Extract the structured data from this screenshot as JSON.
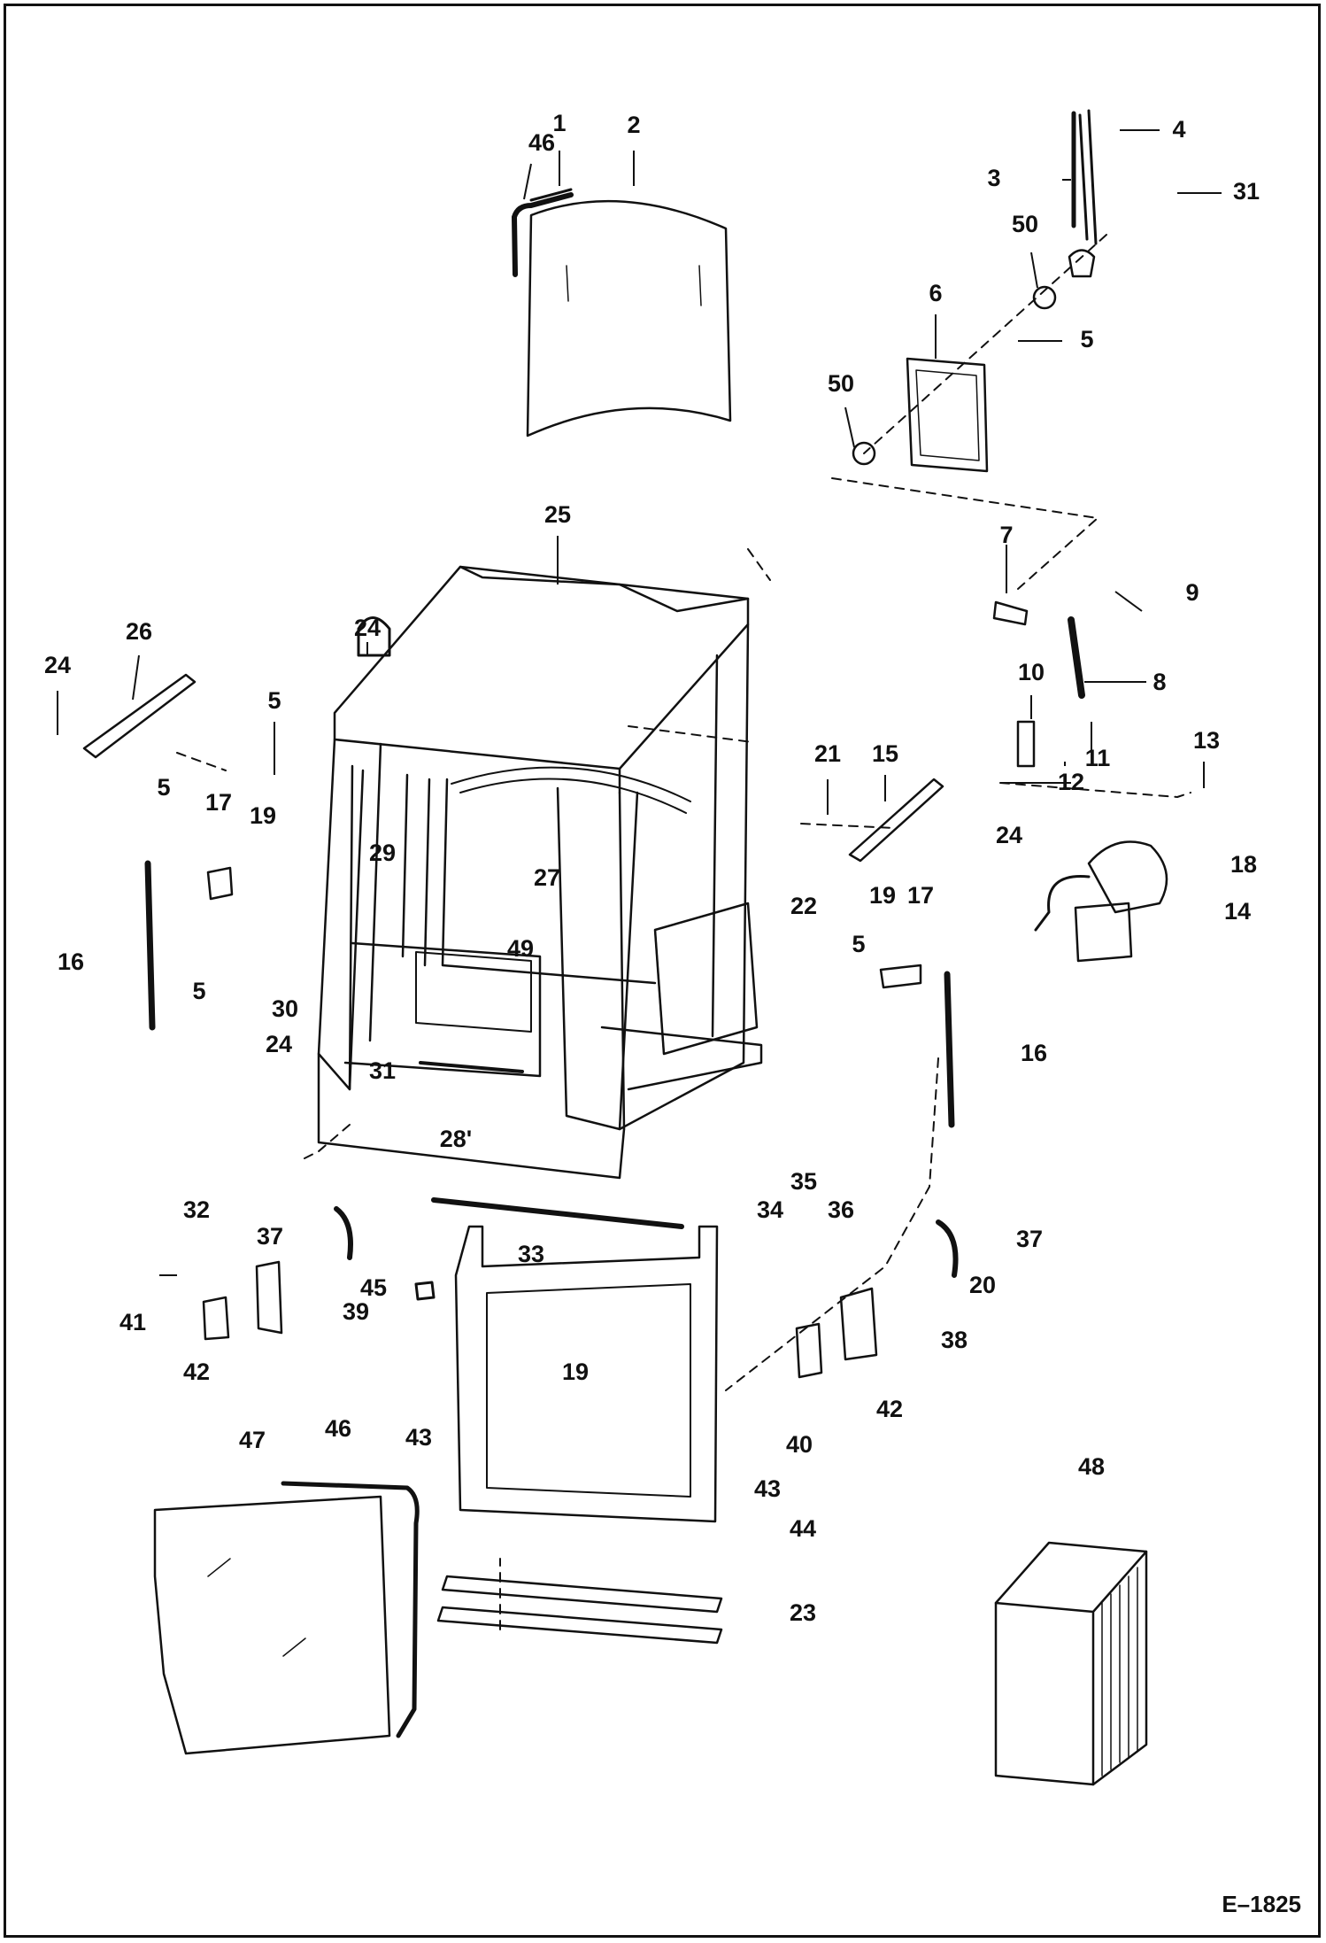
{
  "figure_id": "E–1825",
  "callouts": [
    {
      "id": "c46a",
      "text": "46"
    },
    {
      "id": "c1",
      "text": "1"
    },
    {
      "id": "c2",
      "text": "2"
    },
    {
      "id": "c4",
      "text": "4"
    },
    {
      "id": "c3",
      "text": "3"
    },
    {
      "id": "c31a",
      "text": "31"
    },
    {
      "id": "c50a",
      "text": "50"
    },
    {
      "id": "c6",
      "text": "6"
    },
    {
      "id": "c5a",
      "text": "5"
    },
    {
      "id": "c50b",
      "text": "50"
    },
    {
      "id": "c25",
      "text": "25"
    },
    {
      "id": "c7",
      "text": "7"
    },
    {
      "id": "c9",
      "text": "9"
    },
    {
      "id": "c24a",
      "text": "24"
    },
    {
      "id": "c26",
      "text": "26"
    },
    {
      "id": "c24b",
      "text": "24"
    },
    {
      "id": "c10",
      "text": "10"
    },
    {
      "id": "c8",
      "text": "8"
    },
    {
      "id": "c5b",
      "text": "5"
    },
    {
      "id": "c21",
      "text": "21"
    },
    {
      "id": "c15",
      "text": "15"
    },
    {
      "id": "c13",
      "text": "13"
    },
    {
      "id": "c11",
      "text": "11"
    },
    {
      "id": "c12",
      "text": "12"
    },
    {
      "id": "c5c",
      "text": "5"
    },
    {
      "id": "c17a",
      "text": "17"
    },
    {
      "id": "c19a",
      "text": "19"
    },
    {
      "id": "c29",
      "text": "29"
    },
    {
      "id": "c24c",
      "text": "24"
    },
    {
      "id": "c18",
      "text": "18"
    },
    {
      "id": "c22",
      "text": "22"
    },
    {
      "id": "c14",
      "text": "14"
    },
    {
      "id": "c27",
      "text": "27"
    },
    {
      "id": "c19b",
      "text": "19"
    },
    {
      "id": "c17b",
      "text": "17"
    },
    {
      "id": "c16a",
      "text": "16"
    },
    {
      "id": "c49",
      "text": "49"
    },
    {
      "id": "c5d",
      "text": "5"
    },
    {
      "id": "c5e",
      "text": "5"
    },
    {
      "id": "c30",
      "text": "30"
    },
    {
      "id": "c24d",
      "text": "24"
    },
    {
      "id": "c31b",
      "text": "31"
    },
    {
      "id": "c16b",
      "text": "16"
    },
    {
      "id": "c28",
      "text": "28'"
    },
    {
      "id": "c35",
      "text": "35"
    },
    {
      "id": "c32",
      "text": "32"
    },
    {
      "id": "c34",
      "text": "34"
    },
    {
      "id": "c36",
      "text": "36"
    },
    {
      "id": "c37a",
      "text": "37"
    },
    {
      "id": "c33",
      "text": "33"
    },
    {
      "id": "c37b",
      "text": "37"
    },
    {
      "id": "c45",
      "text": "45"
    },
    {
      "id": "c20",
      "text": "20"
    },
    {
      "id": "c39",
      "text": "39"
    },
    {
      "id": "c41",
      "text": "41"
    },
    {
      "id": "c38",
      "text": "38"
    },
    {
      "id": "c42a",
      "text": "42"
    },
    {
      "id": "c19c",
      "text": "19"
    },
    {
      "id": "c42b",
      "text": "42"
    },
    {
      "id": "c43a",
      "text": "43"
    },
    {
      "id": "c40",
      "text": "40"
    },
    {
      "id": "c43b",
      "text": "43"
    },
    {
      "id": "c47",
      "text": "47"
    },
    {
      "id": "c46b",
      "text": "46"
    },
    {
      "id": "c48",
      "text": "48"
    },
    {
      "id": "c44",
      "text": "44"
    },
    {
      "id": "c23",
      "text": "23"
    }
  ]
}
